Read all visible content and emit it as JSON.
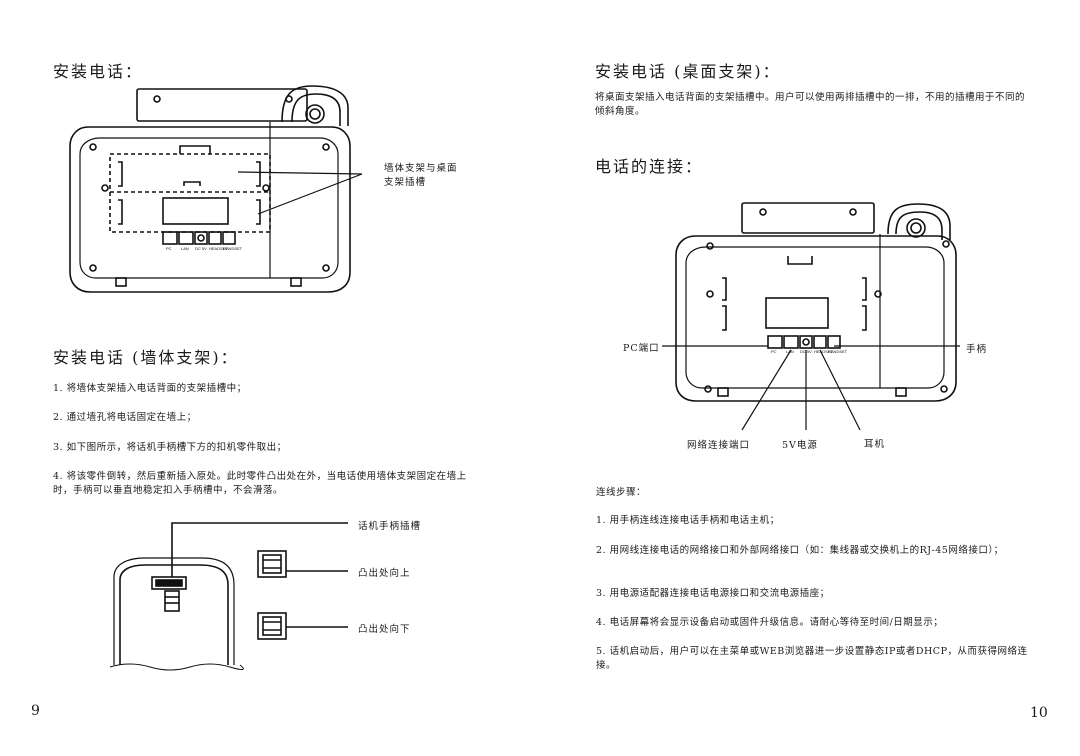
{
  "left_page": {
    "title1": "安装电话：",
    "callout_wall": [
      "墙体支架与桌面",
      "支架插槽"
    ],
    "title2": "安装电话 (墙体支架)：",
    "steps": [
      "1. 将墙体支架插入电话背面的支架插槽中；",
      "2. 通过墙孔将电话固定在墙上；",
      "3. 如下图所示，将话机手柄槽下方的扣机零件取出；",
      "4. 将该零件倒转，然后重新插入原处。此时零件凸出处在外，当电话使用墙体支架固定在墙上时，手柄可以垂直地稳定扣入手柄槽中，不会滑落。"
    ],
    "fig_labels": {
      "hook": "话机手柄插槽",
      "up": "凸出处向上",
      "down": "凸出处向下"
    },
    "port_labels": [
      "PC",
      "LAN",
      "DC 5V",
      "HEADSET",
      "HANDSET"
    ],
    "page_number": "9"
  },
  "right_page": {
    "title1": "安装电话 (桌面支架)：",
    "desc": "将桌面支架插入电话背面的支架插槽中。用户可以使用两排插槽中的一排，不用的插槽用于不同的倾斜角度。",
    "title2": "电话的连接：",
    "callouts": {
      "pc_port": "PC端口",
      "handset": "手柄",
      "network": "网络连接端口",
      "power": "5V电源",
      "headset": "耳机"
    },
    "steps_title": "连线步骤：",
    "steps": [
      "1. 用手柄连线连接电话手柄和电话主机；",
      "2.  用网线连接电话的网络接口和外部网络接口（如：集线器或交换机上的RJ-45网络接口）；",
      "3. 用电源适配器连接电话电源接口和交流电源插座；",
      "4. 电话屏幕将会显示设备启动或固件升级信息。请耐心等待至时间/日期显示；",
      "5.  话机启动后，用户可以在主菜单或WEB浏览器进一步设置静态IP或者DHCP，从而获得网络连接。"
    ],
    "page_number": "10"
  }
}
